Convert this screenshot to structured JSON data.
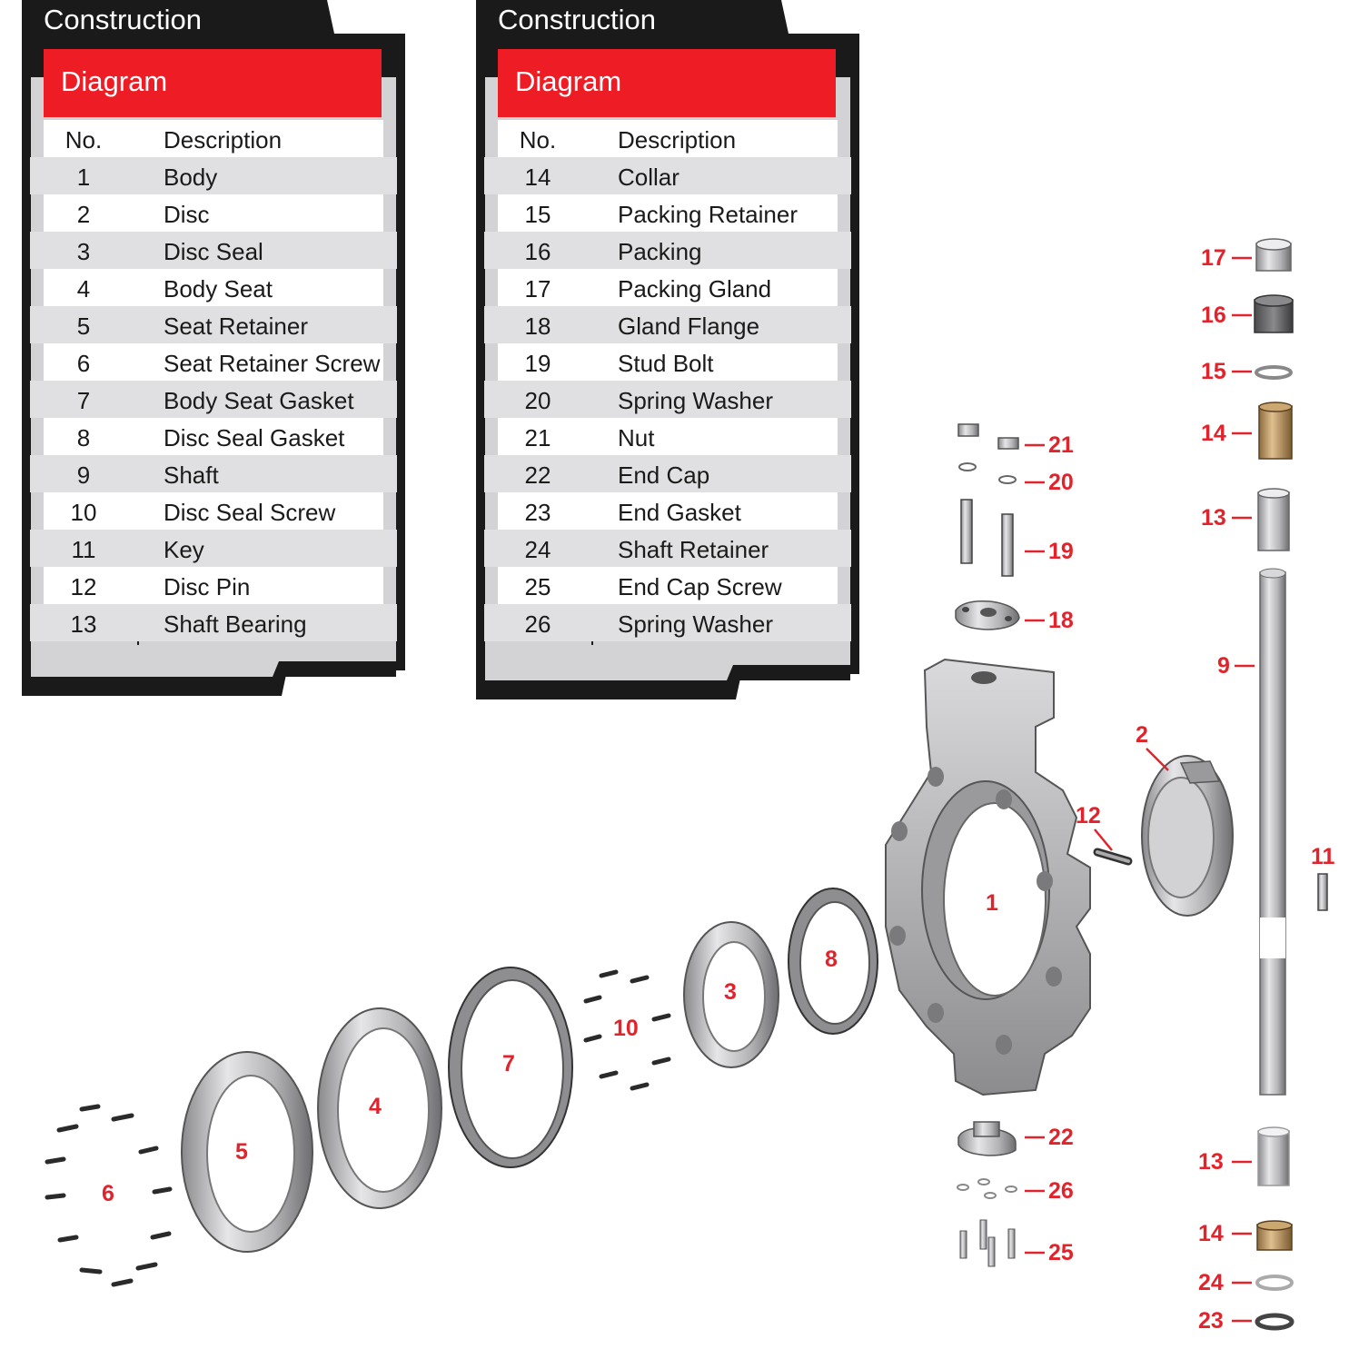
{
  "panels": [
    {
      "title": "Construction",
      "subtitle": "Diagram",
      "header": {
        "no": "No.",
        "description": "Description"
      },
      "rows": [
        {
          "no": "1",
          "description": "Body"
        },
        {
          "no": "2",
          "description": "Disc"
        },
        {
          "no": "3",
          "description": "Disc Seal"
        },
        {
          "no": "4",
          "description": "Body Seat"
        },
        {
          "no": "5",
          "description": "Seat Retainer"
        },
        {
          "no": "6",
          "description": "Seat Retainer Screw"
        },
        {
          "no": "7",
          "description": "Body Seat Gasket"
        },
        {
          "no": "8",
          "description": "Disc Seal Gasket"
        },
        {
          "no": "9",
          "description": "Shaft"
        },
        {
          "no": "10",
          "description": "Disc Seal Screw"
        },
        {
          "no": "11",
          "description": "Key"
        },
        {
          "no": "12",
          "description": "Disc Pin"
        },
        {
          "no": "13",
          "description": "Shaft Bearing"
        }
      ]
    },
    {
      "title": "Construction",
      "subtitle": "Diagram",
      "header": {
        "no": "No.",
        "description": "Description"
      },
      "rows": [
        {
          "no": "14",
          "description": "Collar"
        },
        {
          "no": "15",
          "description": "Packing Retainer"
        },
        {
          "no": "16",
          "description": "Packing"
        },
        {
          "no": "17",
          "description": "Packing Gland"
        },
        {
          "no": "18",
          "description": "Gland Flange"
        },
        {
          "no": "19",
          "description": "Stud Bolt"
        },
        {
          "no": "20",
          "description": "Spring Washer"
        },
        {
          "no": "21",
          "description": "Nut"
        },
        {
          "no": "22",
          "description": "End Cap"
        },
        {
          "no": "23",
          "description": "End Gasket"
        },
        {
          "no": "24",
          "description": "Shaft Retainer"
        },
        {
          "no": "25",
          "description": "End Cap Screw"
        },
        {
          "no": "26",
          "description": "Spring Washer"
        }
      ]
    }
  ],
  "callouts": {
    "c1": "1",
    "c2": "2",
    "c3": "3",
    "c4": "4",
    "c5": "5",
    "c6": "6",
    "c7": "7",
    "c8": "8",
    "c9": "9",
    "c10": "10",
    "c11": "11",
    "c12": "12",
    "c13a": "13",
    "c13b": "13",
    "c14a": "14",
    "c14b": "14",
    "c15": "15",
    "c16": "16",
    "c17": "17",
    "c18": "18",
    "c19": "19",
    "c20": "20",
    "c21": "21",
    "c22": "22",
    "c23": "23",
    "c24": "24",
    "c25": "25",
    "c26": "26"
  },
  "colors": {
    "accent_red": "#ee1c25",
    "panel_dark": "#1a1a1a",
    "row_gray": "#e0e0e2",
    "callout_red": "#e3232b"
  }
}
